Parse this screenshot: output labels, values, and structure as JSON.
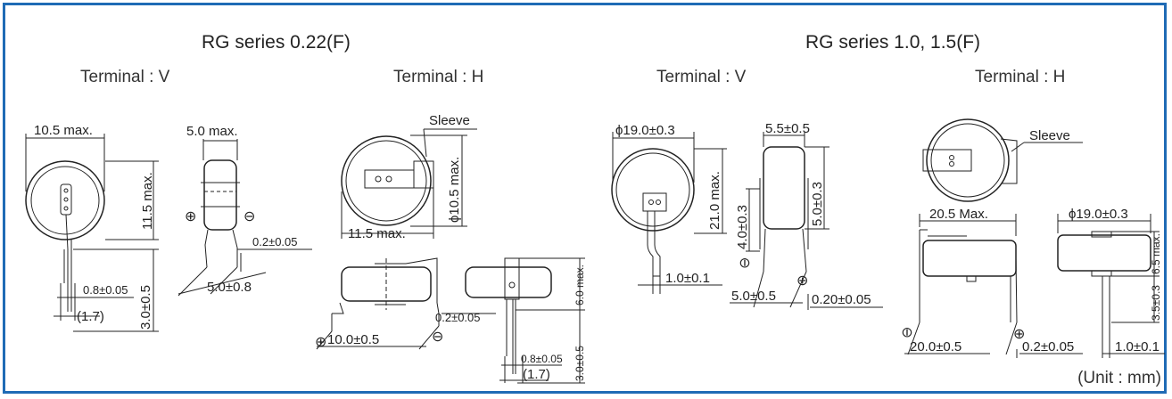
{
  "series_left": "RG series 0.22(F)",
  "series_right": "RG series 1.0, 1.5(F)",
  "terminal_v": "Terminal : V",
  "terminal_h": "Terminal : H",
  "unit": "(Unit : mm)",
  "sleeve": "Sleeve",
  "plus": "⊕",
  "minus": "⊖",
  "d1": {
    "width": "10.5 max.",
    "height": "11.5 max.",
    "pitch": "0.8±0.05",
    "lead_sp": "(1.7)",
    "lead_len": "3.0±0.5"
  },
  "d2": {
    "thick": "5.0 max.",
    "lead_t": "0.2±0.05",
    "spacing": "5.0±0.8"
  },
  "d3": {
    "dia": "ϕ10.5 max.",
    "width": "11.5 max."
  },
  "d4": {
    "spacing": "10.0±0.5",
    "lead_t": "0.2±0.05"
  },
  "d5": {
    "height": "6.0 max.",
    "pitch": "0.8±0.05",
    "lead_sp": "(1.7)",
    "lead_len": "3.0±0.5"
  },
  "d6": {
    "dia": "ϕ19.0±0.3",
    "height": "21.0 max.",
    "lead_w": "1.0±0.1"
  },
  "d7": {
    "thick": "5.5±0.5",
    "upper": "5.0±0.3",
    "lower": "4.0±0.3",
    "spacing": "5.0±0.5",
    "lead_t": "0.20±0.05"
  },
  "d8": {
    "width": "20.5 Max.",
    "spacing": "20.0±0.5",
    "lead_t": "0.2±0.05"
  },
  "d9": {
    "dia": "ϕ19.0±0.3",
    "height": "6.5 max.",
    "lead_len": "3.5±0.3",
    "lead_w": "1.0±0.1"
  }
}
